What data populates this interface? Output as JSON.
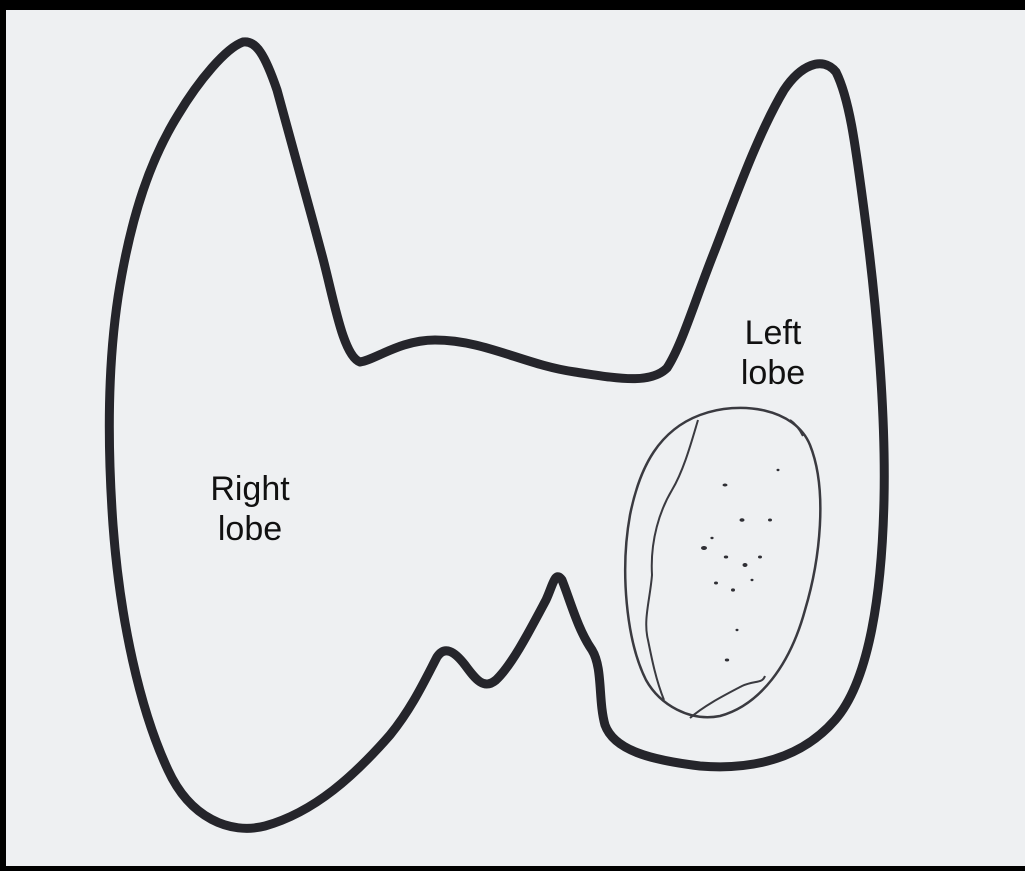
{
  "diagram": {
    "labels": {
      "right_lobe": [
        "Right",
        "lobe"
      ],
      "left_lobe": [
        "Left",
        "lobe"
      ]
    },
    "colors": {
      "background": "#000000",
      "paper": "#eef0f2",
      "outline": "#25252b",
      "nodule_outline": "#3a3a40",
      "text": "#111111"
    }
  }
}
